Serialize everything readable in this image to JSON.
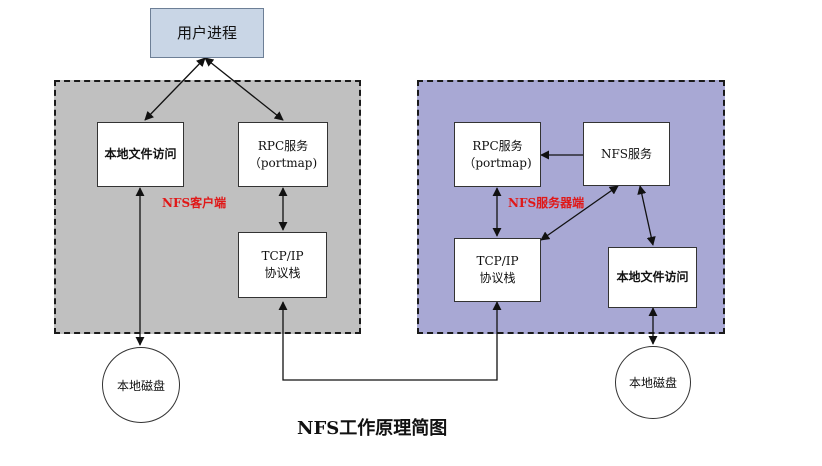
{
  "user_process": {
    "label": "用户进程"
  },
  "client": {
    "label": "NFS客户端",
    "local_file_access": "本地文件访问",
    "rpc": {
      "line1": "RPC服务",
      "line2": "（portmap)"
    },
    "tcpip": {
      "line1": "TCP/IP",
      "line2": "协议栈"
    },
    "disk": "本地磁盘"
  },
  "server": {
    "label": "NFS服务器端",
    "rpc": {
      "line1": "RPC服务",
      "line2": "（portmap)"
    },
    "nfs_service": "NFS服务",
    "tcpip": {
      "line1": "TCP/IP",
      "line2": "协议栈"
    },
    "local_file_access": "本地文件访问",
    "disk": "本地磁盘"
  },
  "caption": "NFS工作原理简图",
  "colors": {
    "client_bg": "#c0c0c0",
    "server_bg": "#a8a8d4",
    "user_process_bg": "#c9d6e6",
    "label_red": "#e01818"
  }
}
